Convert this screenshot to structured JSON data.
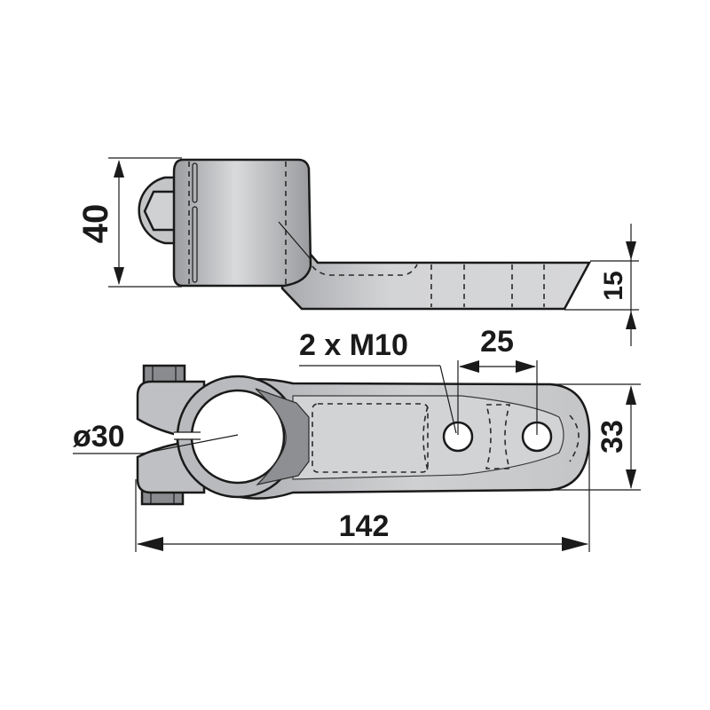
{
  "drawing": {
    "title": "Clamp bracket technical drawing",
    "views": {
      "side_view": {
        "height_label": "40",
        "flange_thickness_label": "15"
      },
      "top_view": {
        "bore_diameter_label": "ø30",
        "holes_label": "2 x M10",
        "hole_spacing_label": "25",
        "width_label": "33",
        "length_label": "142"
      }
    },
    "colors": {
      "outline": "#1a1a1a",
      "body_fill": "#c8c9cb",
      "body_shade": "#9a9b9e",
      "bolt_fill": "#8a8b8e",
      "background": "#ffffff"
    }
  }
}
